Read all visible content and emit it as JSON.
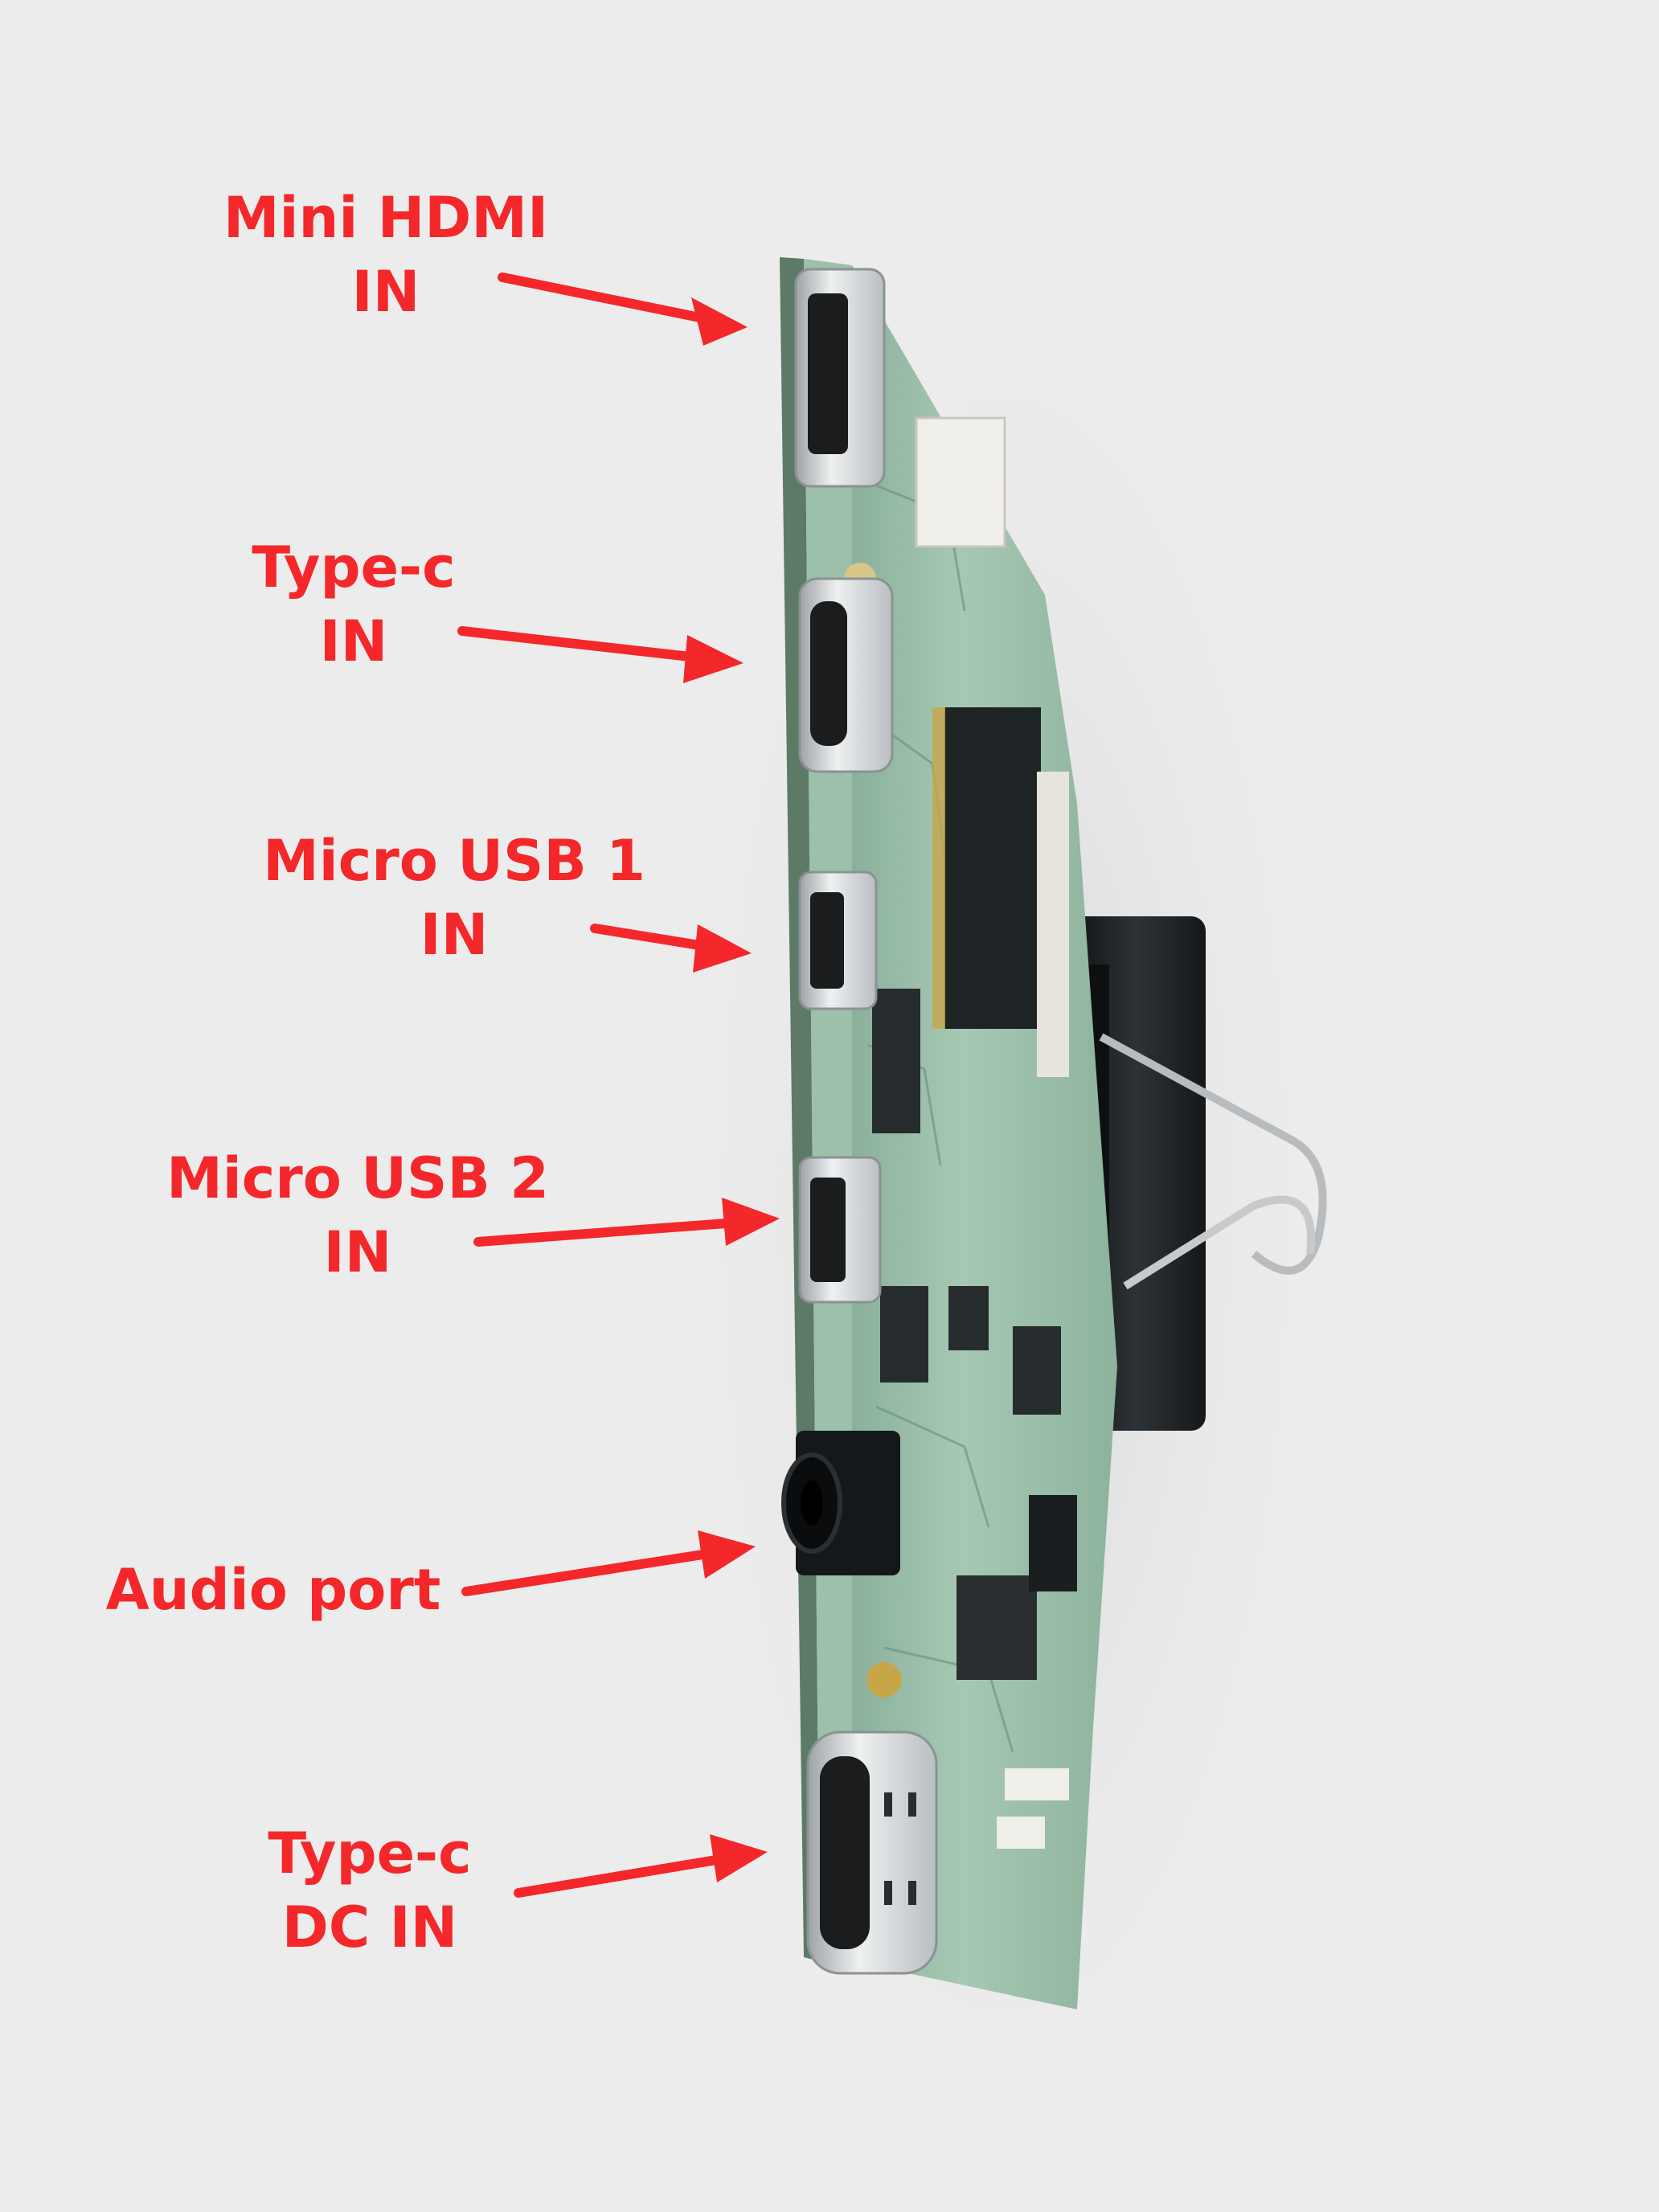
{
  "labels": {
    "mini_hdmi": {
      "line1": "Mini HDMI",
      "line2": "IN"
    },
    "type_c": {
      "line1": "Type-c",
      "line2": "IN"
    },
    "micro_usb_1": {
      "line1": "Micro USB 1",
      "line2": "IN"
    },
    "micro_usb_2": {
      "line1": "Micro USB 2",
      "line2": "IN"
    },
    "audio_port": {
      "line1": "Audio port"
    },
    "type_c_dc": {
      "line1": "Type-c",
      "line2": "DC IN"
    }
  },
  "colors": {
    "background": "#ececec",
    "label_red": "#f4272a",
    "pcb_green": "#8fb8a0",
    "connector_metal": "#d9dbdc",
    "chip_black": "#1e2326"
  }
}
